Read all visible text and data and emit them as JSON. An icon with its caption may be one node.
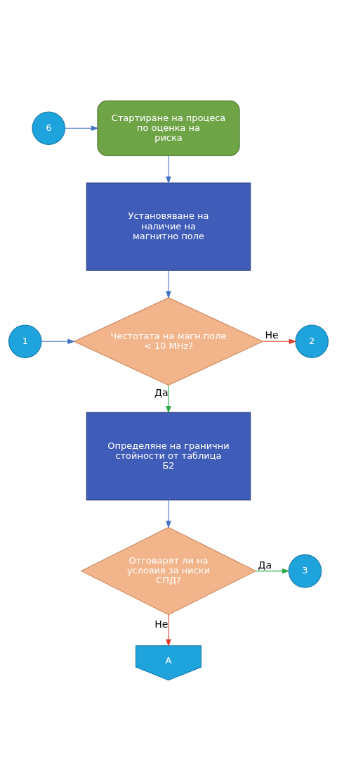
{
  "diagram": {
    "nodes": [
      {
        "text": [
          "6"
        ]
      },
      {
        "text": [
          "Стартиране на процеса по оценка на риска"
        ]
      },
      {
        "text": [
          "Установяване на наличие на магнитно поле"
        ]
      },
      {
        "text": [
          "1"
        ]
      },
      {
        "text": [
          "Честотата на магн.поле < 10 MHz?"
        ]
      },
      {
        "text": [
          "2"
        ]
      },
      {
        "text": [
          "Определяне на гранични стойности от таблица Б2"
        ]
      },
      {
        "text": [
          "Отговарят ли на условия за ниски СПД?"
        ]
      },
      {
        "text": [
          "3"
        ]
      },
      {
        "text": [
          "А"
        ]
      }
    ],
    "edges": [
      {
        "from": 0,
        "to": 1,
        "arrow": "to"
      },
      {
        "from": 1,
        "to": 2,
        "arrow": "to"
      },
      {
        "from": 2,
        "to": 4,
        "arrow": "to"
      },
      {
        "from": 3,
        "to": 4,
        "arrow": "to"
      },
      {
        "from": 4,
        "to": 5,
        "arrow": "to",
        "label": "Не",
        "color": "#e03a2a"
      },
      {
        "from": 4,
        "to": 6,
        "arrow": "to",
        "label": "Да",
        "color": "#2ea84a"
      },
      {
        "from": 6,
        "to": 7,
        "arrow": "to"
      },
      {
        "from": 7,
        "to": 8,
        "arrow": "to",
        "label": "Да",
        "color": "#2ea84a"
      },
      {
        "from": 7,
        "to": 9,
        "arrow": "to",
        "label": "Не",
        "color": "#e03a2a"
      }
    ]
  }
}
